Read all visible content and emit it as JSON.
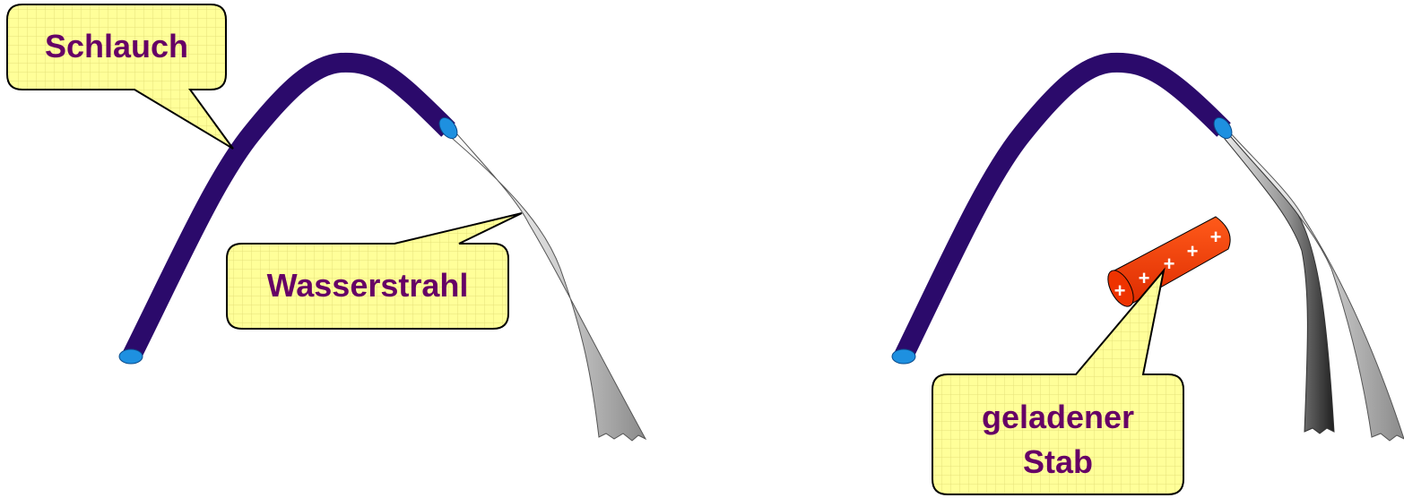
{
  "colors": {
    "hose": "#2b0a6b",
    "hose_opening": "#1e90e0",
    "callout_fill": "#ffff99",
    "callout_text": "#660066",
    "rod": "#ee3300",
    "plus_sign": "#ffffff"
  },
  "left_panel": {
    "hose_label": "Schlauch",
    "stream_label": "Wasserstrahl"
  },
  "right_panel": {
    "rod_label_line1": "geladener",
    "rod_label_line2": "Stab",
    "rod_charges": [
      "+",
      "+",
      "+",
      "+",
      "+",
      "+"
    ]
  }
}
